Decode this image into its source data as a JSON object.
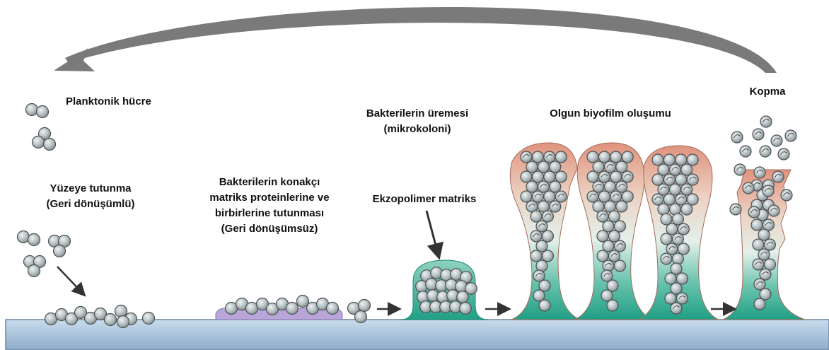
{
  "labels": {
    "planktonic_cell": "Planktonik hücre",
    "surface_adhesion": [
      "Yüzeye tutunma",
      "(Geri dönüşümlü)"
    ],
    "host_matrix_adhesion": [
      "Bakterilerin konakçı",
      "matriks proteinlerine ve",
      "birbirlerine tutunması",
      "(Geri dönüşümsüz)"
    ],
    "bacterial_growth": [
      "Bakterilerin üremesi",
      "(mikrokoloni)"
    ],
    "exopolymer_matrix": "Ekzopolimer matriks",
    "mature_biofilm": "Olgun biyofilm oluşumu",
    "detachment": "Kopma"
  },
  "colors": {
    "cell_fill": "#b9c2c4",
    "cell_stroke": "#4b5152",
    "surface_top": "#c4d8ea",
    "surface_bottom": "#93aecb",
    "matrix_teal": "#2aa88e",
    "matrix_salmon": "#e19a86",
    "host_matrix_purple": "#b9a6d9",
    "arrow_gray": "#707070"
  }
}
